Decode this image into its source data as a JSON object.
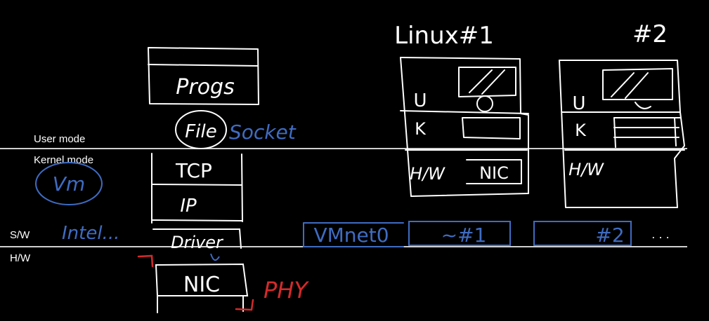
{
  "layers": {
    "user_mode": "User mode",
    "kernel_mode": "Kernel mode",
    "sw": "S/W",
    "hw": "H/W"
  },
  "host_stack": {
    "progs": "Progs",
    "file": "File",
    "socket": "Socket",
    "vm": "Vm",
    "tcp": "TCP",
    "ip": "IP",
    "intel": "Intel...",
    "driver": "Driver",
    "nic": "NIC",
    "phy": "PHY"
  },
  "vms": {
    "vm1_title": "Linux#1",
    "vm2_title": "#2",
    "user_label": "U",
    "kernel_label": "K",
    "hw_label": "H/W",
    "nic_label": "NIC"
  },
  "vmnet": {
    "vmnet0": "VMnet0",
    "vmnet1": "~#1",
    "vmnet2": "#2",
    "more": ". . ."
  },
  "colors": {
    "chalk": "#ffffff",
    "blue": "#3f6cc2",
    "red": "#d42a2a",
    "background": "#000000"
  }
}
